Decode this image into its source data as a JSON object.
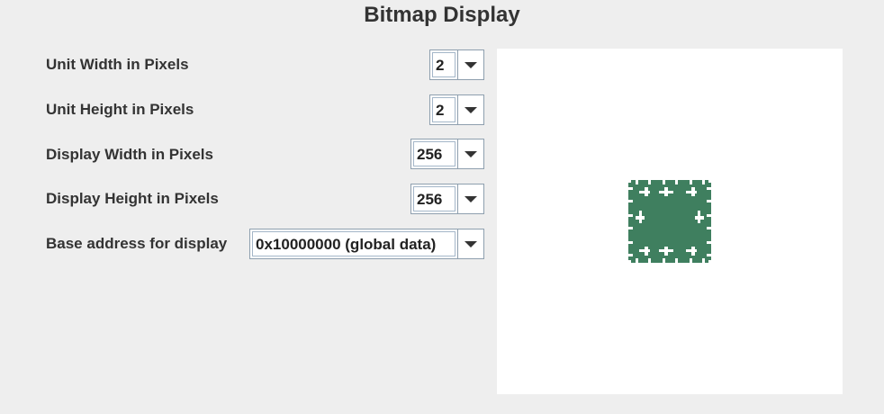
{
  "window": {
    "title": "Bitmap Display"
  },
  "settings": {
    "unit_width": {
      "label": "Unit Width in Pixels",
      "value": "2"
    },
    "unit_height": {
      "label": "Unit Height in Pixels",
      "value": "2"
    },
    "display_width": {
      "label": "Display Width in Pixels",
      "value": "256"
    },
    "display_height": {
      "label": "Display Height in Pixels",
      "value": "256"
    },
    "base_address": {
      "label": "Base address for display",
      "value": "0x10000000 (global data)"
    }
  },
  "display": {
    "background_color": "#ffffff",
    "pattern_color": "#3f7f5f",
    "pattern": "fractal-square"
  }
}
